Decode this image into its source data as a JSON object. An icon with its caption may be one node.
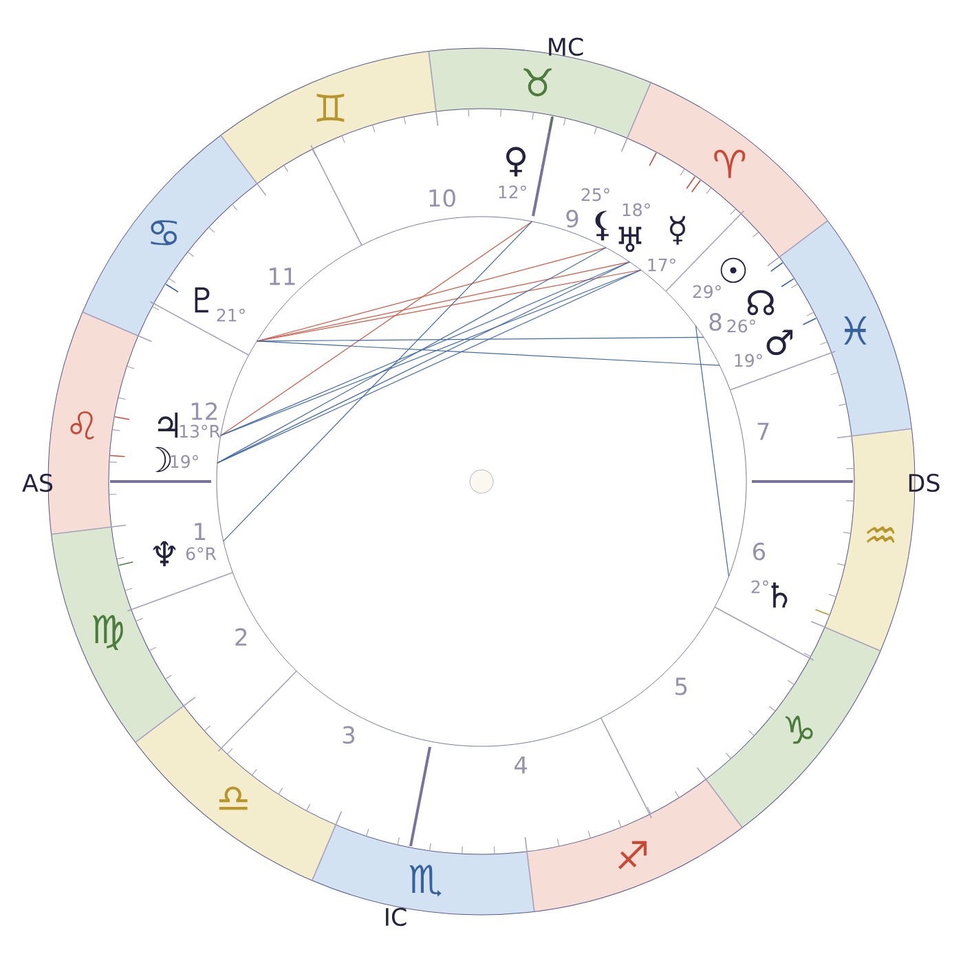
{
  "diagram": {
    "nodes": [
      {
        "text": [
          "♈"
        ]
      },
      {
        "text": [
          "♉"
        ]
      },
      {
        "text": [
          "♊"
        ]
      },
      {
        "text": [
          "♋"
        ]
      },
      {
        "text": [
          "♌"
        ]
      },
      {
        "text": [
          "♍"
        ]
      },
      {
        "text": [
          "♎"
        ]
      },
      {
        "text": [
          "♏"
        ]
      },
      {
        "text": [
          "♐"
        ]
      },
      {
        "text": [
          "♑"
        ]
      },
      {
        "text": [
          "♒"
        ]
      },
      {
        "text": [
          "♓"
        ]
      },
      {
        "text": [
          "♀"
        ],
        "beside": [
          "12°"
        ]
      },
      {
        "text": [
          "⚸"
        ],
        "beside": [
          "25°"
        ]
      },
      {
        "text": [
          "♅"
        ],
        "beside": [
          "18°"
        ]
      },
      {
        "text": [
          "☿"
        ],
        "beside": [
          "17°"
        ]
      },
      {
        "text": [
          "☉"
        ],
        "beside": [
          "29°"
        ]
      },
      {
        "text": [
          "☊"
        ],
        "beside": [
          "26°"
        ]
      },
      {
        "text": [
          "♂"
        ],
        "beside": [
          "19°"
        ]
      },
      {
        "text": [
          "♄"
        ],
        "beside": [
          "2°"
        ]
      },
      {
        "text": [
          "♆"
        ],
        "beside": [
          "6°R"
        ]
      },
      {
        "text": [
          "☽"
        ],
        "beside": [
          "19°"
        ]
      },
      {
        "text": [
          "♃"
        ],
        "beside": [
          "13°R"
        ]
      },
      {
        "text": [
          "♇"
        ],
        "beside": [
          "21°"
        ]
      }
    ],
    "edges": [
      {
        "from": 23,
        "to": 13,
        "arrow": "none",
        "color": "#cc5540"
      },
      {
        "from": 23,
        "to": 14,
        "arrow": "none",
        "color": "#cc5540"
      },
      {
        "from": 23,
        "to": 15,
        "arrow": "none",
        "color": "#cc5540"
      },
      {
        "from": 22,
        "to": 12,
        "arrow": "none",
        "color": "#cc5540"
      },
      {
        "from": 23,
        "to": 17,
        "arrow": "none"
      },
      {
        "from": 23,
        "to": 18,
        "arrow": "none"
      },
      {
        "from": 22,
        "to": 14,
        "arrow": "none"
      },
      {
        "from": 22,
        "to": 15,
        "arrow": "none"
      },
      {
        "from": 21,
        "to": 13,
        "arrow": "none"
      },
      {
        "from": 21,
        "to": 14,
        "arrow": "none"
      },
      {
        "from": 21,
        "to": 15,
        "arrow": "none"
      },
      {
        "from": 20,
        "to": 12,
        "arrow": "none"
      },
      {
        "from": 16,
        "to": 19,
        "arrow": "none"
      }
    ],
    "labels": [
      "MC",
      "AS",
      "DS",
      "IC",
      "1",
      "2",
      "3",
      "4",
      "5",
      "6",
      "7",
      "8",
      "9",
      "10",
      "11",
      "12"
    ]
  }
}
